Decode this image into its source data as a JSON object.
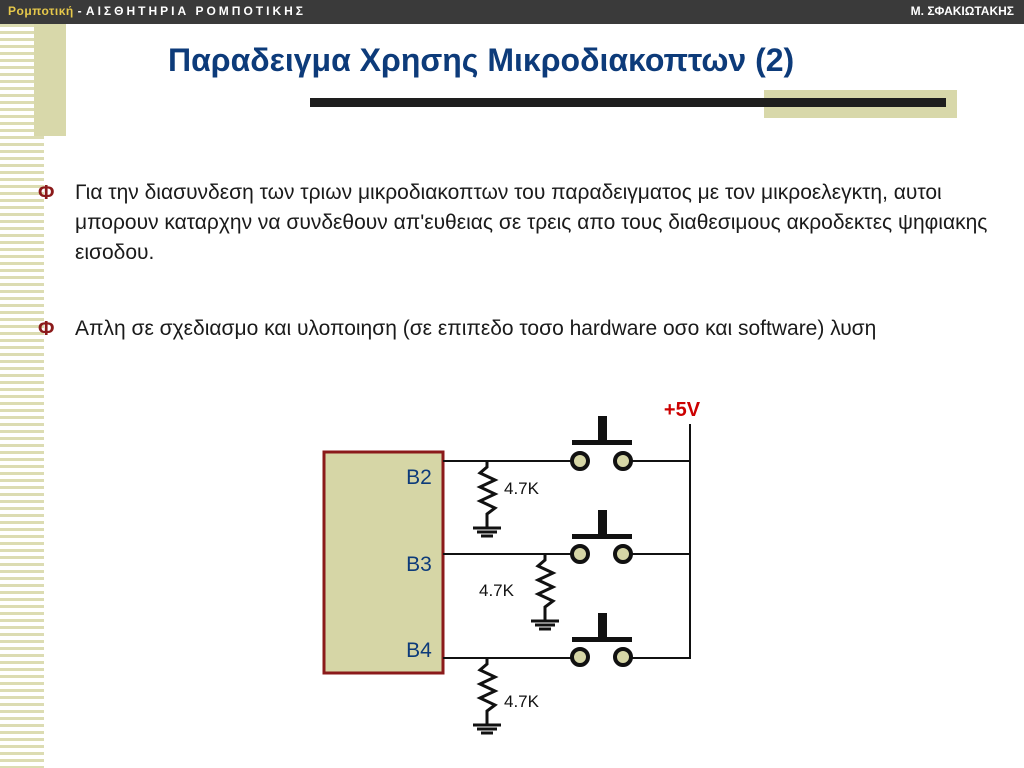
{
  "header": {
    "brand": "Ρομποτική",
    "separator": " - ",
    "subject": "ΑΙΣΘΗΤΗΡΙΑ ΡΟΜΠΟΤΙΚΗΣ",
    "author": "Μ. ΣΦΑΚΙΩΤΑΚΗΣ"
  },
  "slide": {
    "title": "Παραδειγμα Χρησης Μικροδιακοπτων (2)"
  },
  "bullets": [
    {
      "marker": "Φ",
      "text": "Για την διασυνδεση των τριων μικροδιακοπτων του παραδειγματος με τον μικροελεγκτη, αυτοι μπορουν καταρχην να συνδεθουν απ'ευθειας σε τρεις απο τους διαθεσιμους ακροδεκτες ψηφιακης εισοδου."
    },
    {
      "marker": "Φ",
      "text": "Απλη σε σχεδιασμο και υλοποιηση (σε επιπεδο τοσο hardware οσο και software) λυση"
    }
  ],
  "circuit": {
    "supply_label": "+5V",
    "pins": [
      "B2",
      "B3",
      "B4"
    ],
    "resistor_labels": [
      "4.7K",
      "4.7K",
      "4.7K"
    ],
    "colors": {
      "supply": "#cc0000",
      "chip_fill": "#d6d6a6",
      "chip_border": "#8b1a1a",
      "pin_text": "#0d3b7a"
    }
  }
}
